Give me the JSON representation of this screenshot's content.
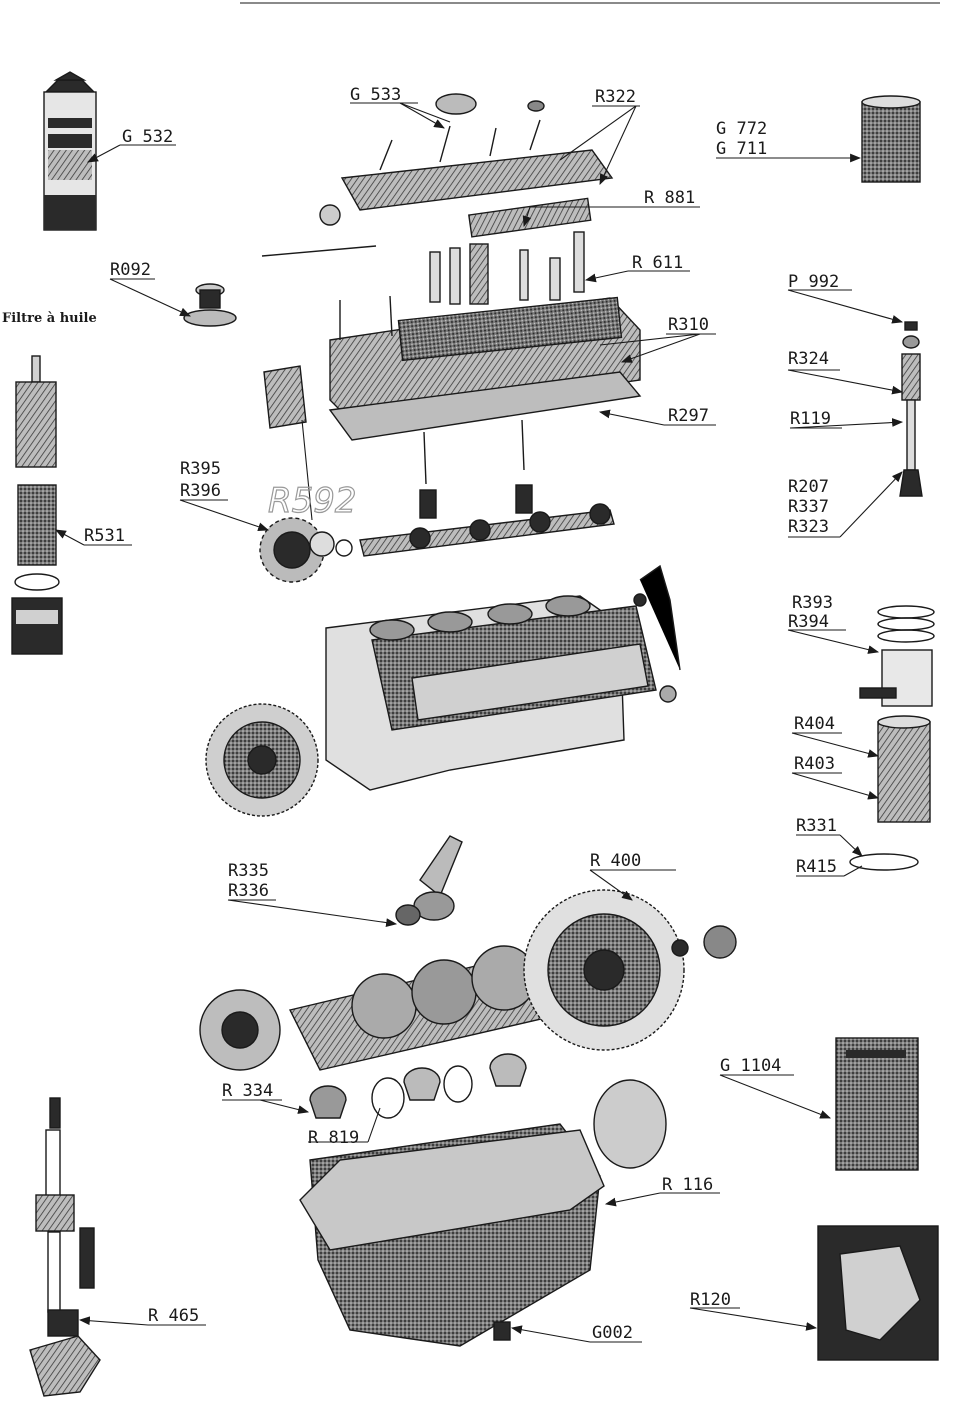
{
  "callouts": {
    "g533": "G 533",
    "r322": "R322",
    "g532": "G 532",
    "g772": "G 772",
    "g711": "G 711",
    "r881": "R 881",
    "r092": "R092",
    "r611": "R 611",
    "filtre": "Filtre à huile",
    "p992": "P 992",
    "r310": "R310",
    "r324": "R324",
    "r297": "R297",
    "r119": "R119",
    "r395": "R395",
    "r396": "R396",
    "r207": "R207",
    "r337": "R337",
    "r323": "R323",
    "r531": "R531",
    "r393": "R393",
    "r394": "R394",
    "r404": "R404",
    "r403": "R403",
    "r331": "R331",
    "r415": "R415",
    "r335": "R335",
    "r336": "R336",
    "r400": "R 400",
    "g1104": "G 1104",
    "r334": "R 334",
    "r819": "R 819",
    "r116": "R 116",
    "r465": "R 465",
    "r120": "R120",
    "g002": "G002",
    "handwritten": "R592"
  }
}
